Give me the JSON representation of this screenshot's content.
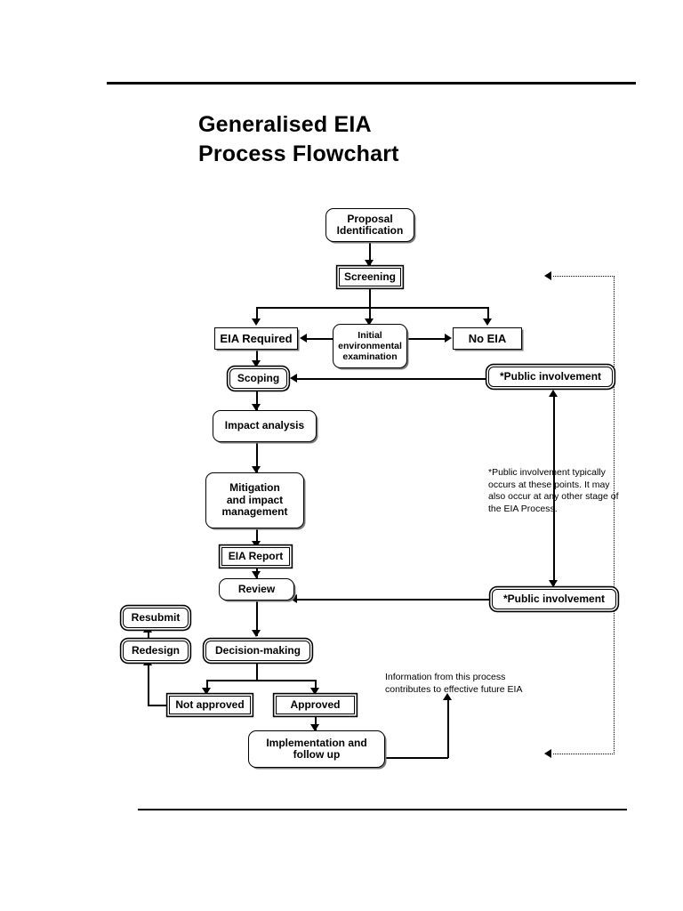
{
  "document": {
    "title_line1": "Generalised EIA",
    "title_line2": "Process Flowchart",
    "title": "Generalised EIA\nProcess Flowchart"
  },
  "chart_data": {
    "type": "diagram",
    "title": "Generalised EIA Process Flowchart",
    "nodes": [
      {
        "id": "proposal",
        "label": "Proposal\nIdentification",
        "shape": "rounded-rect"
      },
      {
        "id": "screening",
        "label": "Screening",
        "shape": "rect-framed"
      },
      {
        "id": "eia_required",
        "label": "EIA Required",
        "shape": "rect"
      },
      {
        "id": "iee",
        "label": "Initial\nenvironmental\nexamination",
        "shape": "rounded-rect"
      },
      {
        "id": "no_eia",
        "label": "No EIA",
        "shape": "rect"
      },
      {
        "id": "scoping",
        "label": "Scoping",
        "shape": "rounded-rect-framed"
      },
      {
        "id": "impact",
        "label": "Impact analysis",
        "shape": "rounded-rect"
      },
      {
        "id": "mitigation",
        "label": "Mitigation\nand impact\nmanagement",
        "shape": "rounded-rect"
      },
      {
        "id": "eia_report",
        "label": "EIA Report",
        "shape": "rect-framed"
      },
      {
        "id": "review",
        "label": "Review",
        "shape": "rounded-rect"
      },
      {
        "id": "decision",
        "label": "Decision-making",
        "shape": "rounded-rect-framed"
      },
      {
        "id": "resubmit",
        "label": "Resubmit",
        "shape": "rounded-rect-framed"
      },
      {
        "id": "redesign",
        "label": "Redesign",
        "shape": "rounded-rect-framed"
      },
      {
        "id": "not_approved",
        "label": "Not approved",
        "shape": "rect-framed"
      },
      {
        "id": "approved",
        "label": "Approved",
        "shape": "rect-framed"
      },
      {
        "id": "implementation",
        "label": "Implementation and\nfollow up",
        "shape": "rounded-rect"
      },
      {
        "id": "public_1",
        "label": "*Public involvement",
        "shape": "rounded-rect-framed"
      },
      {
        "id": "public_2",
        "label": "*Public involvement",
        "shape": "rounded-rect-framed"
      }
    ],
    "edges": [
      {
        "from": "proposal",
        "to": "screening",
        "style": "solid"
      },
      {
        "from": "screening",
        "to": "eia_required",
        "style": "solid"
      },
      {
        "from": "screening",
        "to": "iee",
        "style": "solid"
      },
      {
        "from": "screening",
        "to": "no_eia",
        "style": "solid"
      },
      {
        "from": "iee",
        "to": "eia_required",
        "style": "solid"
      },
      {
        "from": "iee",
        "to": "no_eia",
        "style": "solid"
      },
      {
        "from": "eia_required",
        "to": "scoping",
        "style": "solid"
      },
      {
        "from": "public_1",
        "to": "scoping",
        "style": "solid"
      },
      {
        "from": "scoping",
        "to": "impact",
        "style": "solid"
      },
      {
        "from": "impact",
        "to": "mitigation",
        "style": "solid"
      },
      {
        "from": "mitigation",
        "to": "eia_report",
        "style": "solid"
      },
      {
        "from": "eia_report",
        "to": "review",
        "style": "solid"
      },
      {
        "from": "public_2",
        "to": "review",
        "style": "solid"
      },
      {
        "from": "public_1",
        "to": "public_2",
        "style": "solid-double"
      },
      {
        "from": "review",
        "to": "decision",
        "style": "solid"
      },
      {
        "from": "decision",
        "to": "not_approved",
        "style": "solid"
      },
      {
        "from": "decision",
        "to": "approved",
        "style": "solid"
      },
      {
        "from": "not_approved",
        "to": "redesign",
        "style": "solid"
      },
      {
        "from": "redesign",
        "to": "resubmit",
        "style": "solid"
      },
      {
        "from": "approved",
        "to": "implementation",
        "style": "solid"
      },
      {
        "from": "implementation",
        "to": "info_note",
        "style": "solid"
      },
      {
        "from": "feedback_loop",
        "to": "screening_area",
        "style": "dotted"
      },
      {
        "from": "feedback_loop",
        "to": "bottom",
        "style": "dotted"
      }
    ],
    "annotations": [
      "*Public involvement typically occurs at these points. It may also occur at any other stage of the EIA Process.",
      "Information from this process contributes to effective future EIA"
    ]
  },
  "nodes": {
    "proposal": "Proposal\nIdentification",
    "screening": "Screening",
    "eia_required": "EIA Required",
    "iee": "Initial\nenvironmental\nexamination",
    "no_eia": "No EIA",
    "scoping": "Scoping",
    "impact": "Impact analysis",
    "mitigation": "Mitigation\nand impact\nmanagement",
    "eia_report": "EIA Report",
    "review": "Review",
    "decision": "Decision-making",
    "resubmit": "Resubmit",
    "redesign": "Redesign",
    "not_approved": "Not approved",
    "approved": "Approved",
    "implementation": "Implementation and\nfollow up",
    "public_1": "*Public involvement",
    "public_2": "*Public involvement"
  },
  "notes": {
    "public": "*Public involvement typically occurs at these points. It may also occur at any other stage of the EIA Process.",
    "info": "Information from this process contributes to effective future EIA"
  },
  "colors": {
    "ink": "#000000",
    "page": "#ffffff",
    "shadow": "#7a7a7a"
  }
}
